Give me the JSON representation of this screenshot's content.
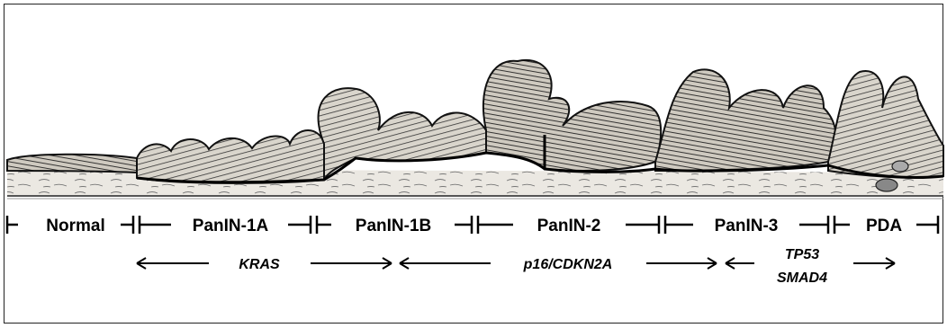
{
  "stages": [
    {
      "label": "Normal"
    },
    {
      "label": "PanIN-1A"
    },
    {
      "label": "PanIN-1B"
    },
    {
      "label": "PanIN-2"
    },
    {
      "label": "PanIN-3"
    },
    {
      "label": "PDA"
    }
  ],
  "genes": [
    {
      "label": "KRAS"
    },
    {
      "label": "p16/CDKN2A"
    },
    {
      "label": "TP53"
    },
    {
      "label": "SMAD4"
    }
  ],
  "colors": {
    "ink": "#000000",
    "stroma": "#e9e6df",
    "epithelium": "#bdb8ae"
  }
}
